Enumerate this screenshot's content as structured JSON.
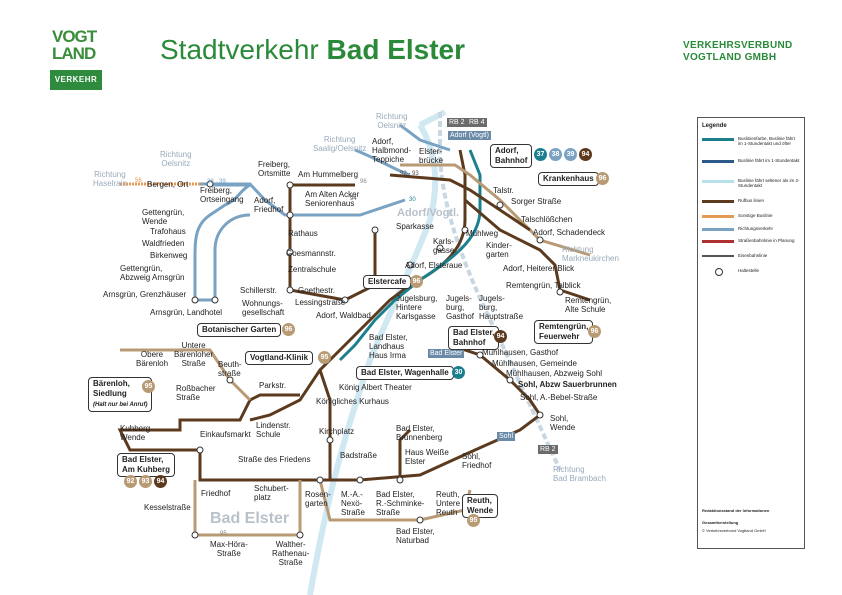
{
  "header": {
    "logo_top": "VOGT",
    "logo_mid": "LAND",
    "logo_bottom": "VERKEHR",
    "title_light": "Stadtverkehr",
    "title_bold": "Bad Elster",
    "company_line1": "VERKEHRSVERBUND",
    "company_line2": "VOGTLAND GMBH"
  },
  "colors": {
    "brown": "#5c3a1e",
    "teal": "#1c7f8e",
    "tan": "#b89a74",
    "grey_blue": "#7aa2c2",
    "orange": "#e39a55",
    "light_blue": "#b8dce8",
    "green": "#2e8b3e"
  },
  "directions": {
    "oelsnitz_top": "Richtung\nOelsnitz",
    "saalig": "Richtung\nSaalig/Oelsnitz",
    "haselrain": "Richtung\nHaselrain",
    "oelsnitz_left": "Richtung\nOelsnitz",
    "markneukirchen": "Richtung\nMarkneukirchen",
    "badbrambach": "Richtung\nBad Brambach"
  },
  "tags": {
    "rb2_top": "RB 2",
    "rb4_top": "RB 4",
    "adorf_vogtl": "Adorf (Vogtl)",
    "bad_elster": "Bad Elster",
    "sohl": "Sohl",
    "rb2_bottom": "RB 2"
  },
  "towns": {
    "adorf": "Adorf/Vogtl.",
    "bad_elster": "Bad Elster"
  },
  "boxes": {
    "adorf_bahnhof": "Adorf,\nBahnhof",
    "krankenhaus": "Krankenhaus",
    "elstercafe": "Elstercafe",
    "remtengruen": "Remtengrün,\nFeuerwehr",
    "botanischer": "Botanischer Garten",
    "vogtland_klinik": "Vogtland-Klinik",
    "bad_elster_bahnhof": "Bad Elster,\nBahnhof",
    "wagenhalle": "Bad Elster, Wagenhalle",
    "baerenloh": "Bärenloh,\nSiedlung",
    "baerenloh_note": "(Halt nur bei Anruf)",
    "am_kuhberg": "Bad Elster,\nAm Kuhberg",
    "reuth_wende": "Reuth,\nWende"
  },
  "badges": {
    "adorf": [
      "37",
      "38",
      "39",
      "94"
    ],
    "krankenhaus": "96",
    "elstercafe": "96",
    "remtengruen": "96",
    "botanischer": "96",
    "vogtland_klinik": "95",
    "bahnhof": "94",
    "wagenhalle": "30",
    "baerenloh": "95",
    "kuhberg": [
      "92",
      "93",
      "94"
    ],
    "reuth": "95"
  },
  "stops": {
    "bergen": "Bergen, Ort",
    "freiberg_ortsmitte": "Freiberg,\nOrtsmitte",
    "freiberg_ortseingang": "Freiberg,\nOrtseingang",
    "adorf_friedhof": "Adorf,\nFriedhof",
    "am_hummelberg": "Am Hummelberg",
    "am_alten_acker": "Am Alten Acker\nSeniorenhaus",
    "adorf_halbmond": "Adorf,\nHalbmond-\nTeppiche",
    "elsterbruecke": "Elster-\nbrücke",
    "gettengruen_wende": "Gettengrün,\nWende",
    "trafohaus": "Trafohaus",
    "waldfrieden": "Waldfrieden",
    "birkenweg": "Birkenweg",
    "gettengruen_abzweig": "Gettengrün,\nAbzweig Arnsgrün",
    "arnsgruen_grenz": "Arnsgrün, Grenzhäuser",
    "arnsgruen_landhotel": "Arnsgrün, Landhotel",
    "rathaus": "Rathaus",
    "goesmannstr": "Goesmannstr.",
    "goethestr": "Goethestr.",
    "zentralschule": "Zentralschule",
    "schillerstr": "Schillerstr.",
    "wohnungsgesellschaft": "Wohnungs-\ngesellschaft",
    "lessingstrasse": "Lessingstraße",
    "adorf_waldbad": "Adorf, Waldbad",
    "sparkasse": "Sparkasse",
    "karlsgasse": "Karls-\ngasse",
    "muehlweg": "Mühlweg",
    "adorf_elsteraue": "Adorf, Elsteraue",
    "talstr": "Talstr.",
    "sorger_strasse": "Sorger Straße",
    "talschloesschen": "Talschlößchen",
    "adorf_schadendeck": "Adorf, Schadendeck",
    "kindergarten": "Kinder-\ngarten",
    "adorf_heiterer_blick": "Adorf, Heiterer Blick",
    "remtengruen_talblick": "Remtengrün, Talblick",
    "remtengruen_alte_schule": "Remtengrün,\nAlte Schule",
    "jugelsburg_hintere": "Jugelsburg,\nHintere\nKarlsgasse",
    "jugelsburg_gasthof": "Jugels-\nburg,\nGasthof",
    "jugelsburg_haupt": "Jugels-\nburg,\nHauptstraße",
    "bad_elster_landhaus": "Bad Elster,\nLandhaus\nHaus Irma",
    "muehlhausen_gasthof": "Mühlhausen, Gasthof",
    "muehlhausen_gemeinde": "Mühlhausen, Gemeinde",
    "muehlhausen_abzweig": "Mühlhausen, Abzweig Sohl",
    "sohl_sauerbrunnen": "Sohl, Abzw Sauerbrunnen",
    "sohl_bebel": "Sohl, A.-Bebel-Straße",
    "sohl_wende": "Sohl,\nWende",
    "obere_baerenloh": "Obere\nBärenloh",
    "untere_baerenloher": "Untere\nBärenloher\nStraße",
    "beuthstrasse": "Beuth-\nstraße",
    "parkstr": "Parkstr.",
    "rossbacher": "Roßbacher\nStraße",
    "koenig_albert": "König Albert Theater",
    "koenigliches_kurhaus": "Königliches Kurhaus",
    "lindenstr_schule": "Lindenstr.\nSchule",
    "kirchplatz": "Kirchplatz",
    "kuhberg_wende": "Kuhberg\nWende",
    "einkaufsmarkt": "Einkaufsmarkt",
    "strasse_des_friedens": "Straße des Friedens",
    "bad_elster_brunnenberg": "Bad Elster,\nBrunnenberg",
    "haus_weisse_elster": "Haus Weiße\nElster",
    "badstrasse": "Badstraße",
    "sohl_friedhof": "Sohl,\nFriedhof",
    "friedhof": "Friedhof",
    "schubertplatz": "Schubert-\nplatz",
    "rosengarten": "Rosen-\ngarten",
    "m_a_nexoe": "M.-A.-\nNexö-\nStraße",
    "r_schminke": "Bad Elster,\nR.-Schminke-\nStraße",
    "reuth_untere": "Reuth,\nUntere\nReuth",
    "naturbad": "Bad Elster,\nNaturbad",
    "kesselstrasse": "Kesselstraße",
    "max_hoera": "Max-Höra-\nStraße",
    "walther_rathenau": "Walther-\nRathenau-\nStraße"
  },
  "line_numbers": {
    "n56": "56",
    "n38_39": "38 · 39",
    "n92_93": "92 · 93",
    "n94": "94",
    "n95": "95",
    "n96": "96",
    "n30": "30"
  },
  "legend": {
    "title": "Legende",
    "rows": [
      {
        "label": "Buslinienfarbe, Buslinie fährt im 1-Stundentakt und öfter",
        "color": "#1c7f8e"
      },
      {
        "label": "Buslinie fährt im 1-Stundentakt",
        "color": "#2a5a8a"
      },
      {
        "label": "Buslinie fährt seltener als im 2-Stundentakt",
        "color": "#b8e0ea"
      },
      {
        "label": "Rufbus linien",
        "color": "#5c3a1e"
      },
      {
        "label": "Sonstige Buslinie",
        "color": "#e39a55"
      },
      {
        "label": "Richtungsverkehr",
        "color": "#7aa2c2"
      },
      {
        "label": "Straßenbahnlinie in Planung",
        "color": "#b03030"
      },
      {
        "label": "Eisenbahnlinie",
        "color": "#555555"
      }
    ],
    "stop_label": "Haltestelle",
    "footer1": "Redaktionsstand der Informationen",
    "footer2": "Gesamtherstellung",
    "footer3": "© Verkehrsverbund Vogtland GmbH"
  }
}
